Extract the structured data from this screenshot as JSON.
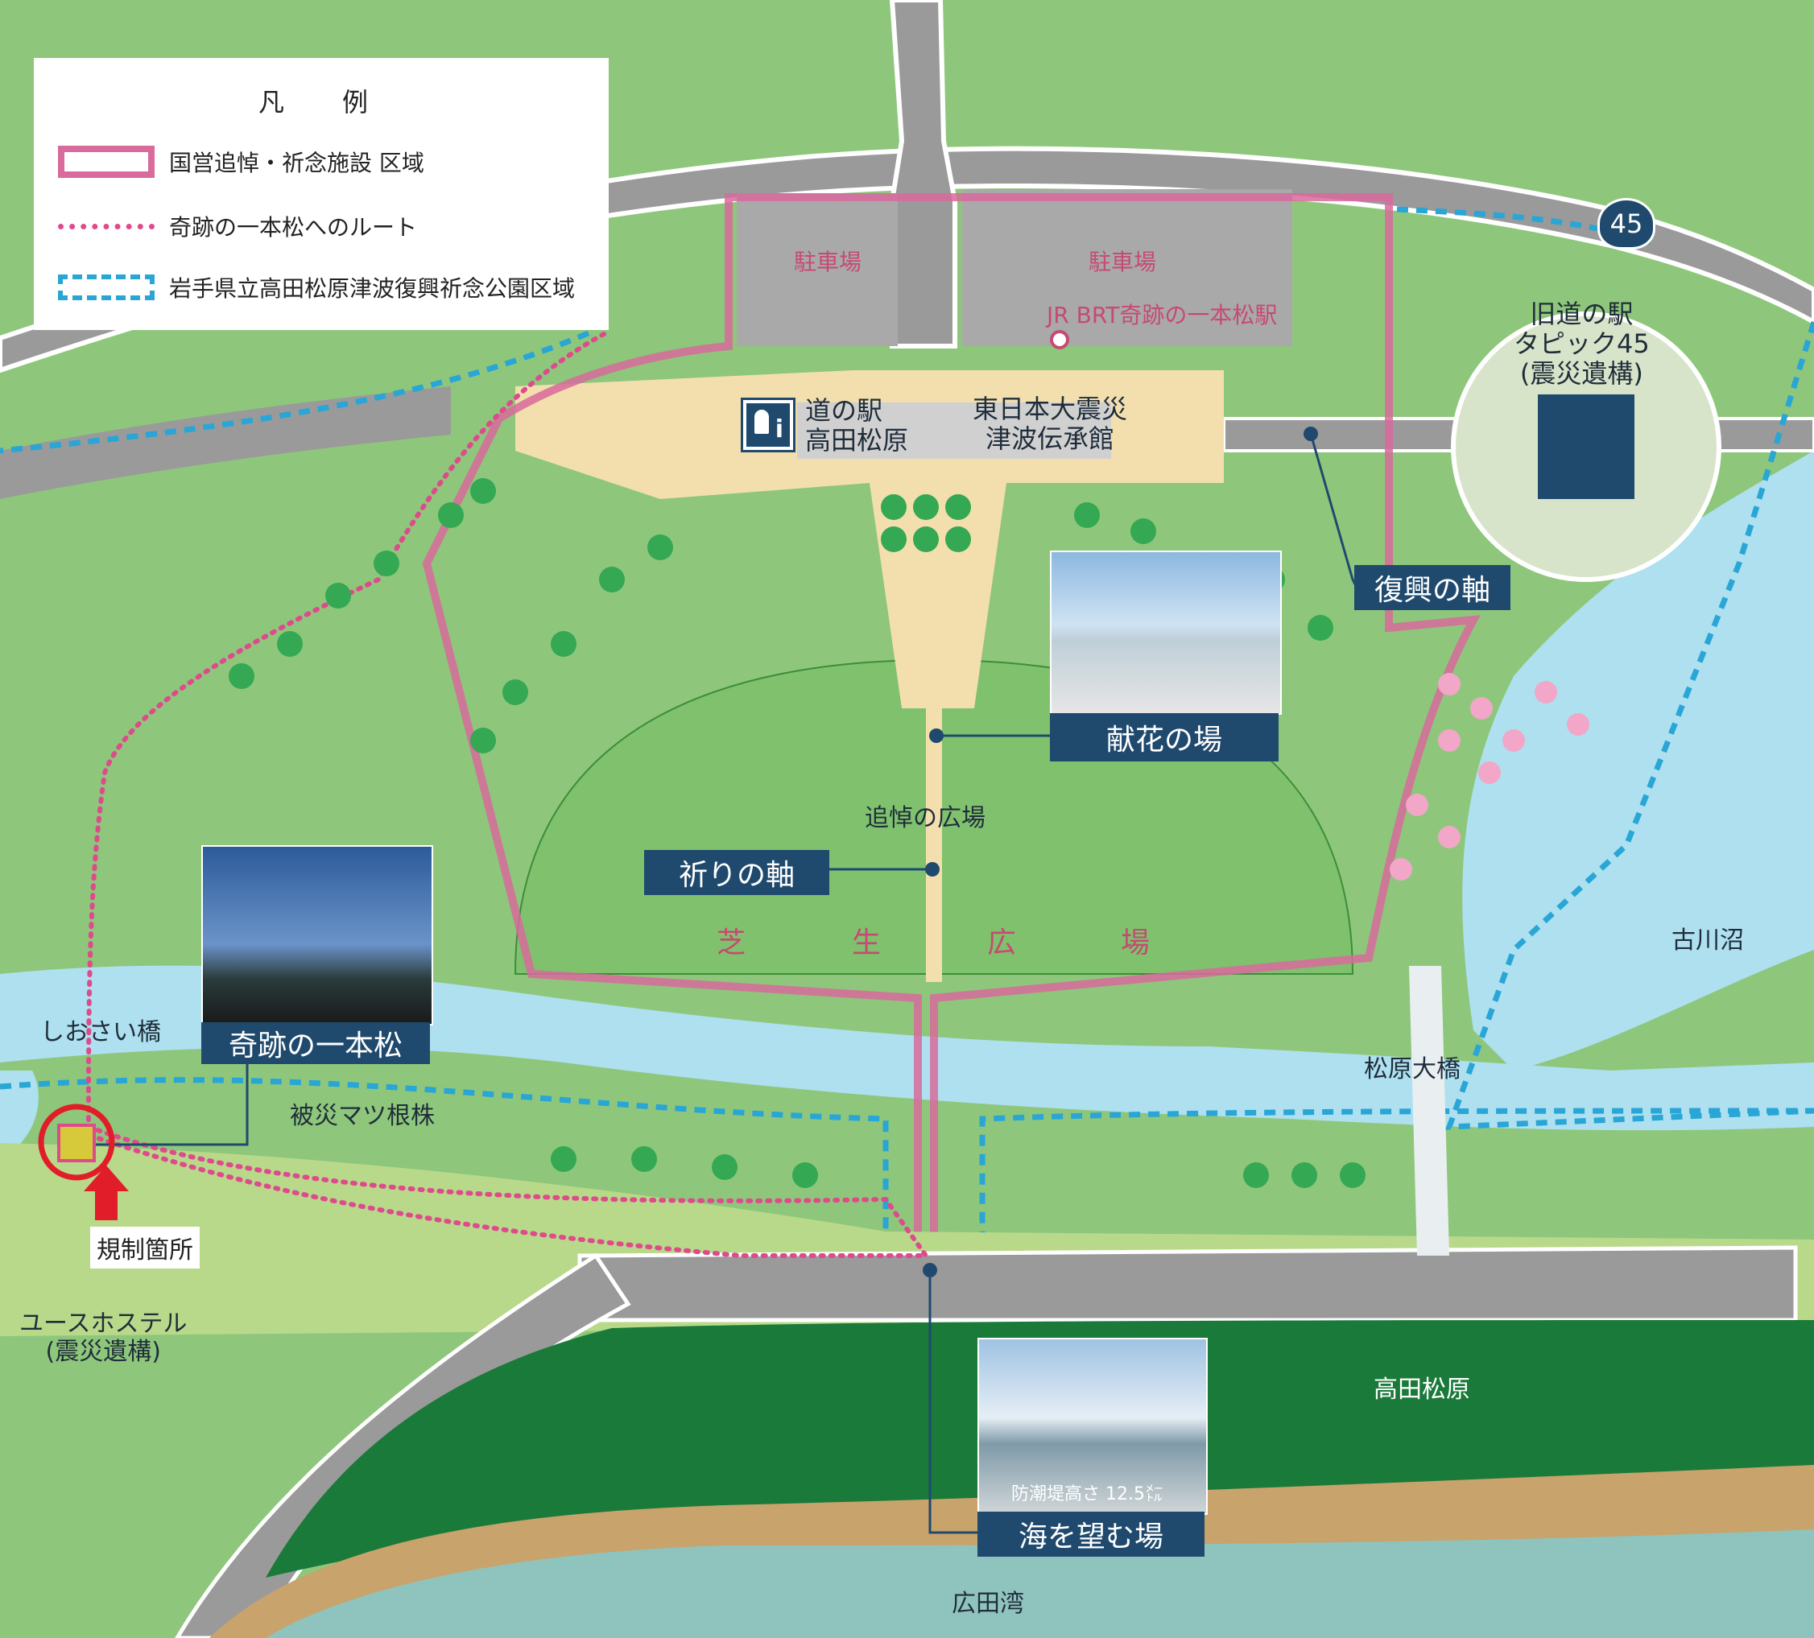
{
  "legend": {
    "title": "凡　例",
    "items": [
      {
        "label": "国営追悼・祈念施設 区域",
        "symbol": "pink-outline-rectangle"
      },
      {
        "label": "奇跡の一本松へのルート",
        "symbol": "pink-dotted-line"
      },
      {
        "label": "岩手県立高田松原津波復興祈念公園区域",
        "symbol": "cyan-dashed-rectangle"
      }
    ]
  },
  "road_sign": "45",
  "labels": {
    "parking_left": "駐車場",
    "parking_right": "駐車場",
    "brt_station": "JR BRT奇跡の一本松駅",
    "michi_no_eki": "道の駅\n高田松原",
    "denshokan": "東日本大震災\n津波伝承館",
    "old_station": "旧道の駅\nタピック45\n(震災遺構)",
    "tsuito_plaza": "追悼の広場",
    "lawn_chars": [
      "芝",
      "生",
      "広",
      "場"
    ],
    "furukawa": "古川沼",
    "shiosai": "しおさい橋",
    "hisai_matsu": "被災マツ根株",
    "matsubara_bridge": "松原大橋",
    "regulation": "規制箇所",
    "youth_hostel": "ユースホステル\n(震災遺構)",
    "takata_matsubara": "高田松原",
    "hirota_bay": "広田湾",
    "seawall_caption": "防潮堤高さ 12.5㍍"
  },
  "callouts": {
    "fukko": "復興の軸",
    "kenka": "献花の場",
    "inori": "祈りの軸",
    "kiseki": "奇跡の一本松",
    "umi": "海を望む場"
  },
  "colors": {
    "grass": "#8ec77b",
    "lawn": "#7fc16d",
    "water": "#aee0f0",
    "road": "#9a9a9a",
    "plaza": "#f3dfae",
    "navy": "#1f4a6e",
    "facility_outline": "#d86a9c",
    "route": "#de4b8c",
    "park_boundary": "#29a6d6",
    "forest": "#1a7a3a",
    "sand": "#c9a36c",
    "sea": "#8fc3bd"
  },
  "icons": [
    "route-45-sign",
    "michi-no-eki-icon",
    "brt-station-marker",
    "red-circle-marker",
    "red-arrow-icon"
  ]
}
